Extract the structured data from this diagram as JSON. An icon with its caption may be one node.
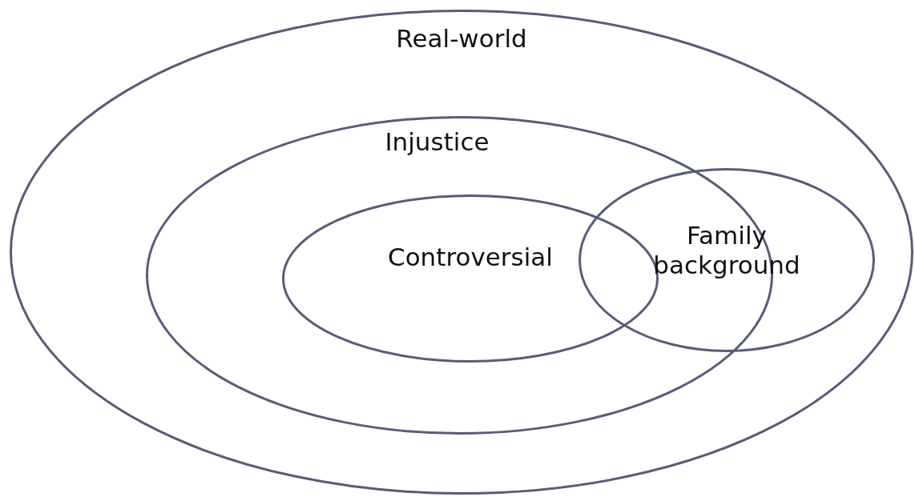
{
  "diagram": {
    "nodes": [
      {
        "text": [
          "Real-world"
        ]
      },
      {
        "text": [
          "Injustice"
        ],
        "in": 0
      },
      {
        "text": [
          "Controversial"
        ],
        "in": 1
      },
      {
        "text": [
          "Family background"
        ],
        "in": 0
      }
    ]
  }
}
